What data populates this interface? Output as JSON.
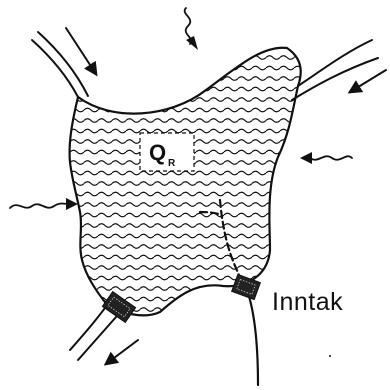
{
  "diagram": {
    "reservoir_label": "Q",
    "reservoir_label_subscript": "R",
    "intake_label": "Inntak",
    "colors": {
      "ink": "#111111",
      "background": "#ffffff"
    },
    "inflows": [
      "stream-top-left",
      "stream-top-right",
      "surface-inflow-left",
      "surface-inflow-right",
      "precipitation-top"
    ],
    "outflows": [
      "outlet-bottom-left",
      "intake-pipe"
    ]
  }
}
